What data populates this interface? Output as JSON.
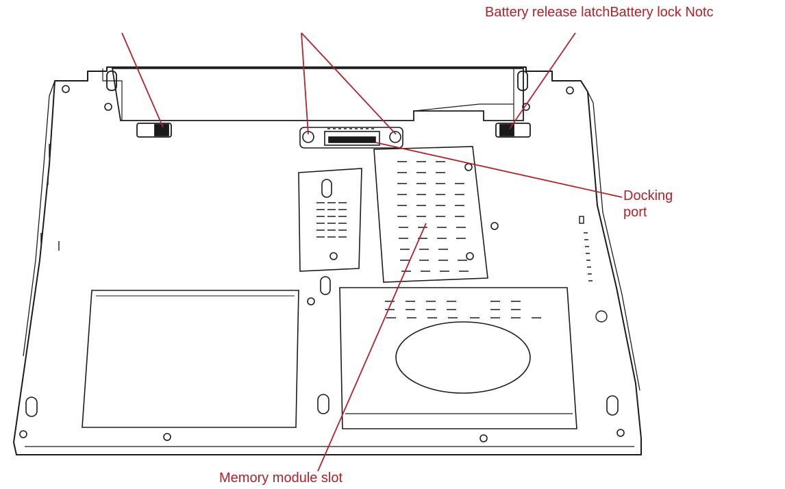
{
  "labels": {
    "top_right": "Battery release latchBattery lock Notc",
    "docking_line1": "Docking",
    "docking_line2": "port",
    "memory": "Memory module slot"
  },
  "colors": {
    "callout": "#b3202a",
    "drawing": "#1a1a1a",
    "background": "#ffffff"
  }
}
